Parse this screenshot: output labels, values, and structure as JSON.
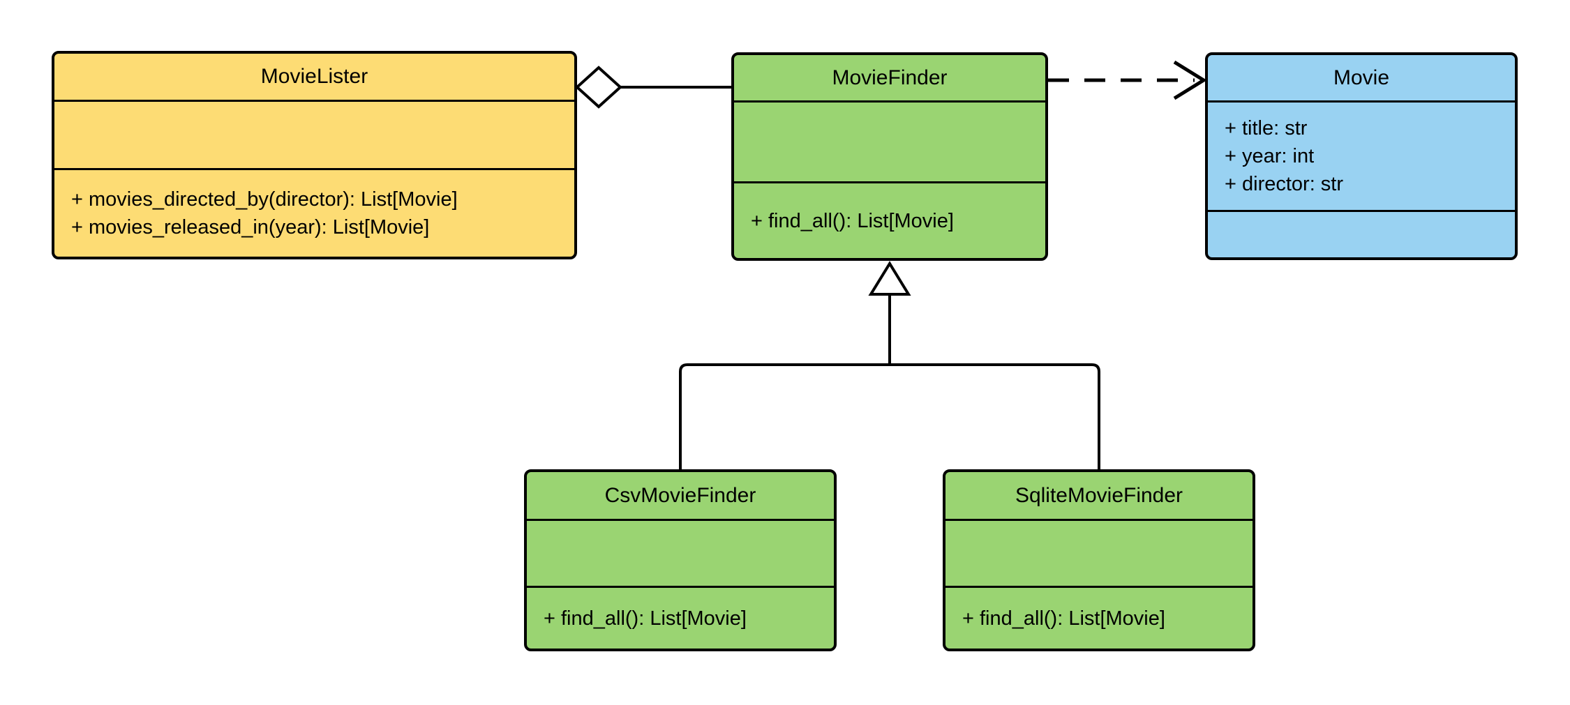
{
  "diagram": {
    "type": "uml-class-diagram",
    "colors": {
      "lister_fill": "#fddc74",
      "finder_fill": "#9ad472",
      "movie_fill": "#99d2f2",
      "line": "#000000",
      "background": "#ffffff"
    },
    "classes": [
      {
        "name": "MovieLister",
        "fill": "#fddc74",
        "attributes": [],
        "methods": [
          "+ movies_directed_by(director): List[Movie]",
          "+ movies_released_in(year): List[Movie]"
        ]
      },
      {
        "name": "MovieFinder",
        "fill": "#9ad472",
        "attributes": [],
        "methods": [
          "+ find_all(): List[Movie]"
        ]
      },
      {
        "name": "Movie",
        "fill": "#99d2f2",
        "attributes": [
          "+ title: str",
          "+ year: int",
          "+ director: str"
        ],
        "methods": []
      },
      {
        "name": "CsvMovieFinder",
        "fill": "#9ad472",
        "attributes": [],
        "methods": [
          "+ find_all(): List[Movie]"
        ]
      },
      {
        "name": "SqliteMovieFinder",
        "fill": "#9ad472",
        "attributes": [],
        "methods": [
          "+ find_all(): List[Movie]"
        ]
      }
    ],
    "relationships": [
      {
        "type": "aggregation",
        "from": "MovieLister",
        "to": "MovieFinder"
      },
      {
        "type": "dependency",
        "from": "MovieFinder",
        "to": "Movie"
      },
      {
        "type": "inheritance",
        "from": "CsvMovieFinder",
        "to": "MovieFinder"
      },
      {
        "type": "inheritance",
        "from": "SqliteMovieFinder",
        "to": "MovieFinder"
      }
    ]
  }
}
